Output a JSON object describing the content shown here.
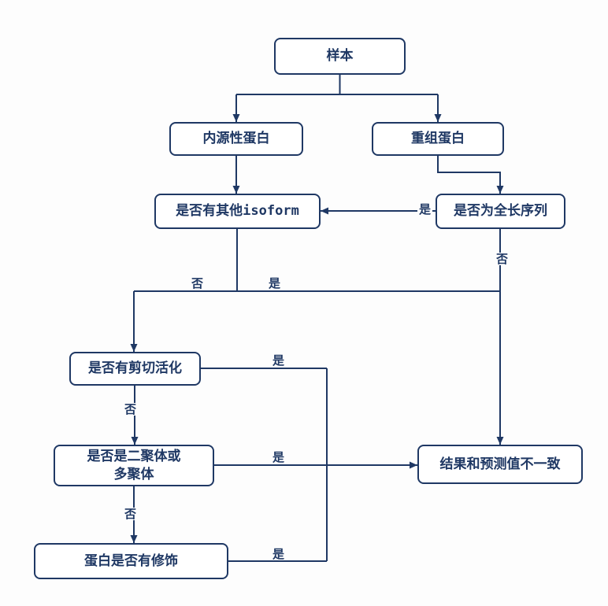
{
  "diagram": {
    "nodes": {
      "sample": "样本",
      "endogenous": "内源性蛋白",
      "recombinant": "重组蛋白",
      "other_isoform": "是否有其他isoform",
      "full_length": "是否为全长序列",
      "cleavage": "是否有剪切活化",
      "dimer": "是否是二聚体或\n多聚体",
      "modification": "蛋白是否有修饰",
      "result": "结果和预测值不一致"
    },
    "edge_labels": {
      "yes": "是",
      "no": "否"
    },
    "edges": [
      {
        "from": "样本",
        "to": "内源性蛋白",
        "label": ""
      },
      {
        "from": "样本",
        "to": "重组蛋白",
        "label": ""
      },
      {
        "from": "内源性蛋白",
        "to": "是否有其他isoform",
        "label": ""
      },
      {
        "from": "重组蛋白",
        "to": "是否为全长序列",
        "label": ""
      },
      {
        "from": "是否为全长序列",
        "to": "是否有其他isoform",
        "label": "是"
      },
      {
        "from": "是否为全长序列",
        "to": "结果和预测值不一致",
        "label": "否"
      },
      {
        "from": "是否有其他isoform",
        "to": "是否有剪切活化",
        "label": "否"
      },
      {
        "from": "是否有其他isoform",
        "to": "结果和预测值不一致",
        "label": "是"
      },
      {
        "from": "是否有剪切活化",
        "to": "是否是二聚体或多聚体",
        "label": "否"
      },
      {
        "from": "是否有剪切活化",
        "to": "结果和预测值不一致",
        "label": "是"
      },
      {
        "from": "是否是二聚体或多聚体",
        "to": "蛋白是否有修饰",
        "label": "否"
      },
      {
        "from": "是否是二聚体或多聚体",
        "to": "结果和预测值不一致",
        "label": "是"
      },
      {
        "from": "蛋白是否有修饰",
        "to": "结果和预测值不一致",
        "label": "是"
      }
    ],
    "colors": {
      "ink": "#1f3864",
      "background": "#fdfdfd",
      "box_fill": "#ffffff"
    }
  }
}
